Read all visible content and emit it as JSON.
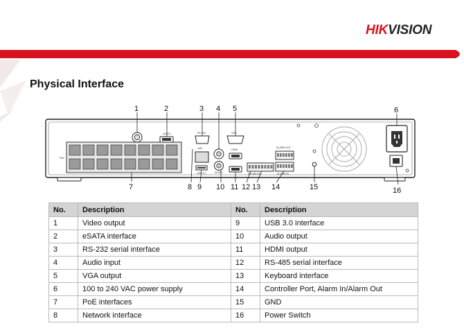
{
  "brand": {
    "logo_text": "HIKVISION",
    "color_red": "#d7131f",
    "color_dark": "#222222"
  },
  "page_title": "Physical Interface",
  "panel_labels": {
    "esata": "eSATA",
    "rs232": "RS-232",
    "vga": "VGA",
    "hdmi": "HDMI",
    "lan": "LAN",
    "usb": "USB 3.0",
    "alarm_out": "ALARM OUT",
    "alarm_in": "ALARM IN",
    "audio": "AUDIO",
    "rs485": "RS-485 KB",
    "poe": "PoE"
  },
  "callouts": [
    "1",
    "2",
    "3",
    "4",
    "5",
    "6",
    "7",
    "8",
    "9",
    "10",
    "11",
    "12",
    "13",
    "14",
    "15",
    "16"
  ],
  "table": {
    "headers": [
      "No.",
      "Description",
      "No.",
      "Description"
    ],
    "rows": [
      [
        "1",
        "Video output",
        "9",
        "USB 3.0 interface"
      ],
      [
        "2",
        "eSATA interface",
        "10",
        "Audio output"
      ],
      [
        "3",
        "RS-232 serial interface",
        "11",
        "HDMI output"
      ],
      [
        "4",
        "Audio input",
        "12",
        "RS-485 serial interface"
      ],
      [
        "5",
        "VGA output",
        "13",
        "Keyboard interface"
      ],
      [
        "6",
        "100 to 240 VAC power supply",
        "14",
        "Controller Port, Alarm In/Alarm Out"
      ],
      [
        "7",
        "PoE interfaces",
        "15",
        "GND"
      ],
      [
        "8",
        "Network interface",
        "16",
        "Power Switch"
      ]
    ]
  }
}
